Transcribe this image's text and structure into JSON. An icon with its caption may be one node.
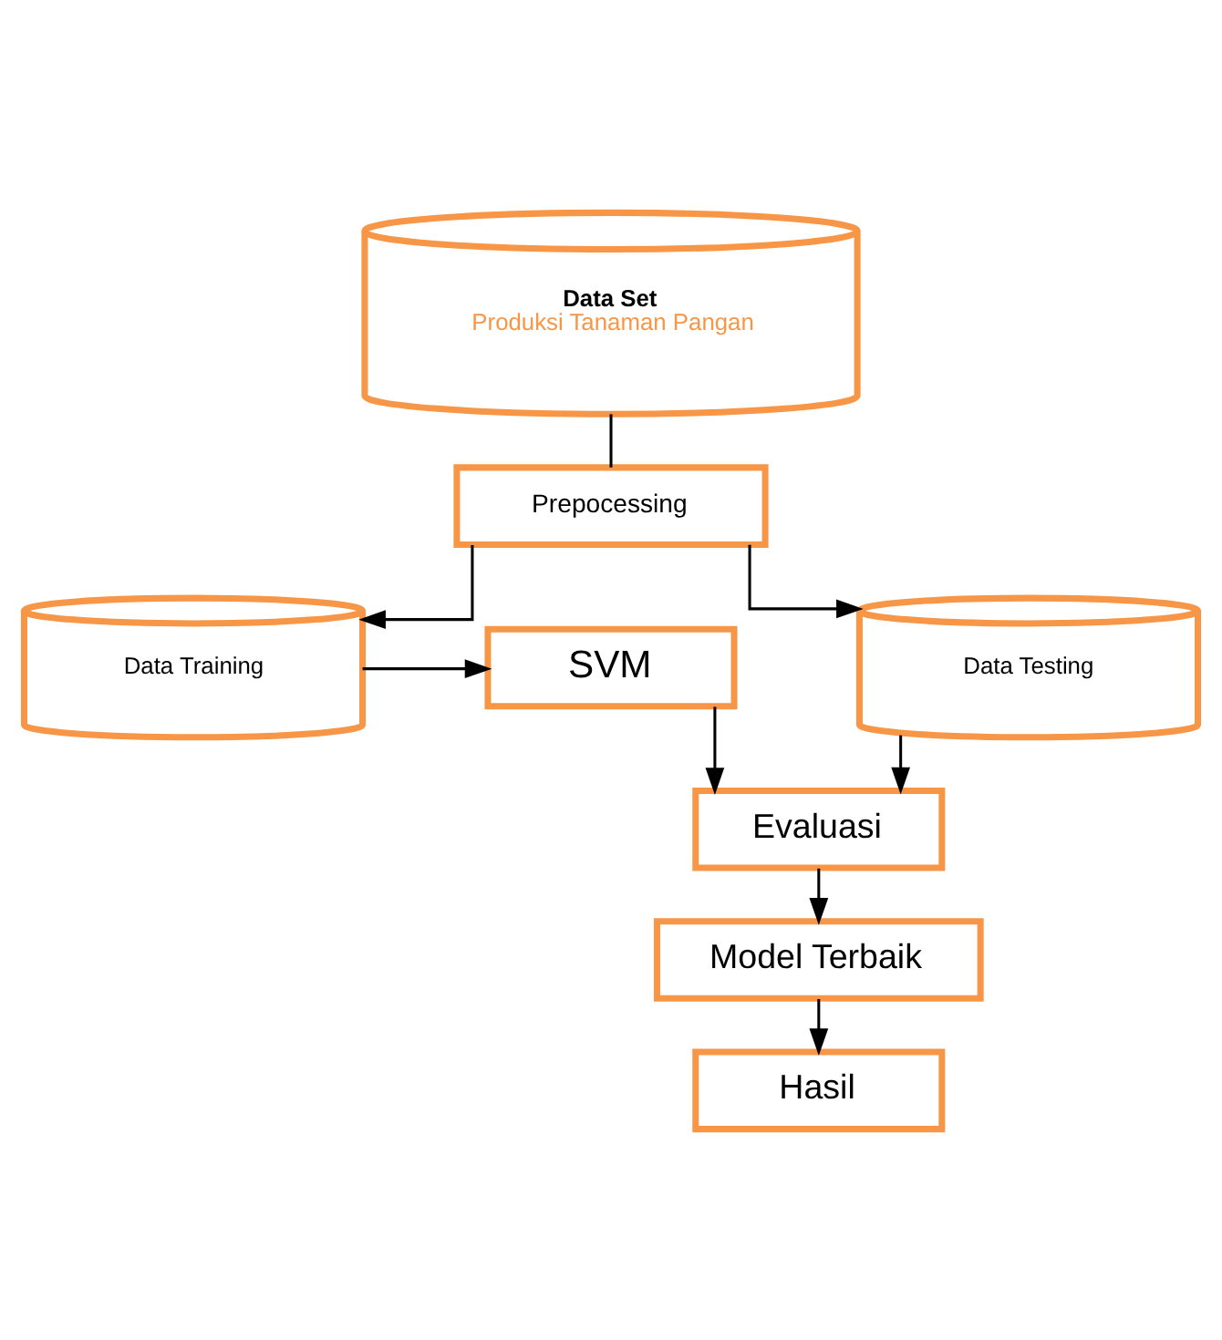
{
  "diagram": {
    "nodes": [
      {
        "text": [
          "Data Set",
          "Produksi Tanaman Pangan"
        ]
      },
      {
        "text": [
          "Prepocessing"
        ]
      },
      {
        "text": [
          "Data Training"
        ]
      },
      {
        "text": [
          "SVM"
        ]
      },
      {
        "text": [
          "Data Testing"
        ]
      },
      {
        "text": [
          "Evaluasi"
        ]
      },
      {
        "text": [
          "Model Terbaik"
        ]
      },
      {
        "text": [
          "Hasil"
        ]
      }
    ],
    "edges": [
      {
        "from": 0,
        "to": 1,
        "arrow": "none"
      },
      {
        "from": 1,
        "to": 2,
        "arrow": "to"
      },
      {
        "from": 1,
        "to": 4,
        "arrow": "to"
      },
      {
        "from": 2,
        "to": 3,
        "arrow": "to"
      },
      {
        "from": 3,
        "to": 5,
        "arrow": "to"
      },
      {
        "from": 4,
        "to": 5,
        "arrow": "to"
      },
      {
        "from": 5,
        "to": 6,
        "arrow": "to"
      },
      {
        "from": 6,
        "to": 7,
        "arrow": "to"
      }
    ]
  }
}
